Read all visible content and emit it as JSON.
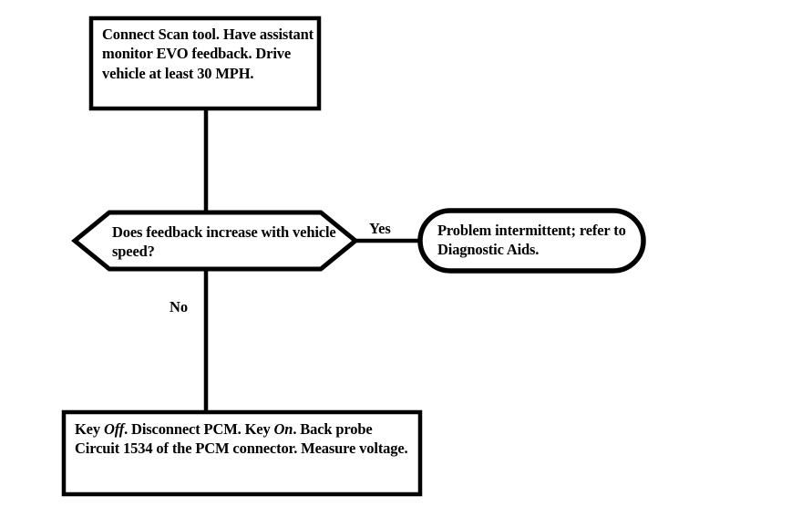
{
  "diagram": {
    "type": "flowchart",
    "title": "EVO feedback diagnostic flowchart",
    "colors": {
      "background": "#ffffff",
      "stroke": "#000000",
      "text": "#000000"
    },
    "nodes": [
      {
        "id": "start",
        "shape": "process-rectangle",
        "text": "Connect Scan tool. Have assistant monitor EVO feedback. Drive vehicle at least 30 MPH.",
        "lines": [
          "Connect Scan tool. Have",
          "assistant monitor EVO",
          "feedback. Drive vehicle at",
          "least 30 MPH."
        ]
      },
      {
        "id": "decision",
        "shape": "hexagon",
        "text": "Does feedback increase with vehicle speed?",
        "lines": [
          "Does feedback increase with",
          "vehicle speed?"
        ]
      },
      {
        "id": "terminator",
        "shape": "rounded-rectangle",
        "text": "Problem intermittent; refer to Diagnostic Aids.",
        "lines": [
          "Problem intermittent;",
          "refer to Diagnostic Aids."
        ]
      },
      {
        "id": "bottom",
        "shape": "process-rectangle",
        "text": "Key Off. Disconnect PCM. Key On. Back probe Circuit 1534 of the PCM connector. Measure voltage.",
        "segments": [
          {
            "text": "Key ",
            "style": "normal"
          },
          {
            "text": "Off",
            "style": "italic"
          },
          {
            "text": ". Disconnect PCM. Key ",
            "style": "normal"
          },
          {
            "text": "On",
            "style": "italic"
          },
          {
            "text": ". Back probe Circuit 1534 of the PCM connector. Measure voltage.",
            "style": "normal"
          }
        ]
      }
    ],
    "edges": [
      {
        "id": "start-to-decision",
        "from": "start",
        "to": "decision",
        "label": ""
      },
      {
        "id": "decision-yes",
        "from": "decision",
        "to": "terminator",
        "label": "Yes"
      },
      {
        "id": "decision-no",
        "from": "decision",
        "to": "bottom",
        "label": "No"
      }
    ],
    "labels": {
      "yes": "Yes",
      "no": "No"
    }
  }
}
